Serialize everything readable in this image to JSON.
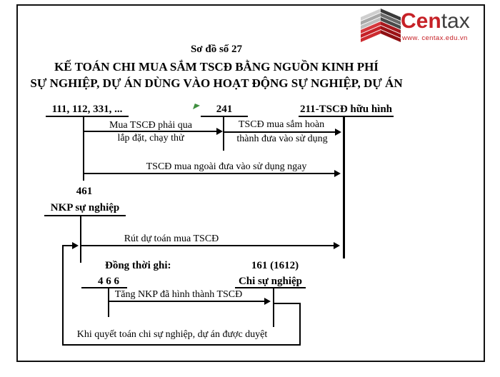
{
  "logo": {
    "brand_first": "Cen",
    "brand_rest": "tax",
    "url": "www. centax.edu.vn",
    "red": "#c62127",
    "dark": "#3f3f3f"
  },
  "header": {
    "scheme_no": "Sơ đồ số 27",
    "title_line1": "KẾ TOÁN CHI MUA SẮM TSCĐ BẰNG NGUỒN KINH PHÍ",
    "title_line2": "SỰ NGHIỆP, DỰ ÁN DÙNG VÀO HOẠT ĐỘNG SỰ NGHIỆP, DỰ ÁN"
  },
  "accounts": {
    "a111": "111, 112, 331, ...",
    "a241": "241",
    "a211": "211-TSCĐ hữu hình",
    "a461_num": "461",
    "a461_name": "NKP sự nghiệp",
    "a466": "4 6 6",
    "a161_num": "161 (1612)",
    "a161_name": "Chi sự nghiệp"
  },
  "flows": {
    "purchase_install_1": "Mua TSCĐ phải qua",
    "purchase_install_2": "lắp đặt, chạy thử",
    "completed_1": "TSCĐ mua sắm hoàn",
    "completed_2": "thành đưa vào sử dụng",
    "direct_use": "TSCĐ mua ngoài đưa vào sử dụng ngay",
    "withdraw_estimate": "Rút dự toán mua TSCĐ",
    "simultaneous_note": "Đồng thời ghi:",
    "increase_fund": "Tăng NKP đã hình thành TSCĐ",
    "settlement": "Khi quyết toán chi sự nghiệp, dự án được duyệt"
  },
  "colors": {
    "line": "#000000",
    "marker_green": "#3f8f3f"
  }
}
